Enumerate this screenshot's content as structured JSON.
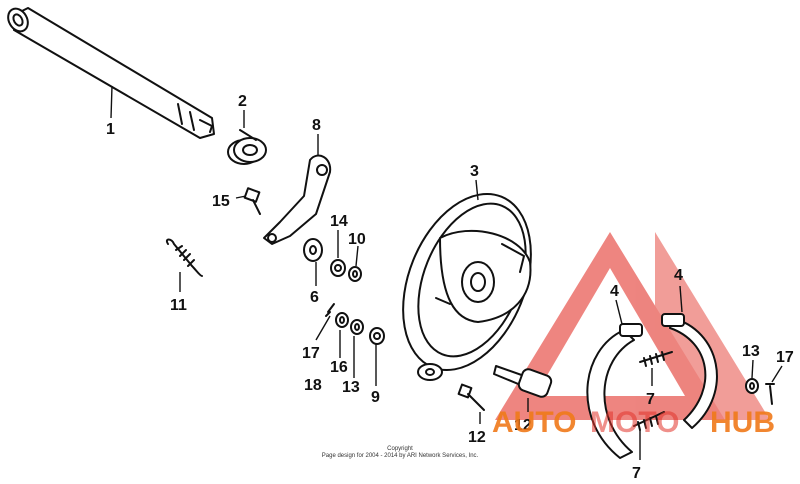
{
  "callouts": {
    "c1": "1",
    "c2": "2",
    "c3": "3",
    "c4a": "4",
    "c4b": "4",
    "c6": "6",
    "c7a": "7",
    "c7b": "7",
    "c8": "8",
    "c9": "9",
    "c10": "10",
    "c11": "11",
    "c12a": "12",
    "c12b": "12",
    "c13a": "13",
    "c13b": "13",
    "c14": "14",
    "c15": "15",
    "c16": "16",
    "c17a": "17",
    "c17b": "17",
    "c18": "18"
  },
  "copyright": {
    "line1": "Copyright",
    "line2": "Page design for 2004 - 2014 by ARI Network Services, Inc."
  },
  "watermark": {
    "part1": "AUTO",
    "part2": "MOTO",
    "part3": "HUB"
  },
  "colors": {
    "line_art": "#111111",
    "watermark_red": "#e2342b",
    "watermark_orange": "#f07a1a"
  }
}
